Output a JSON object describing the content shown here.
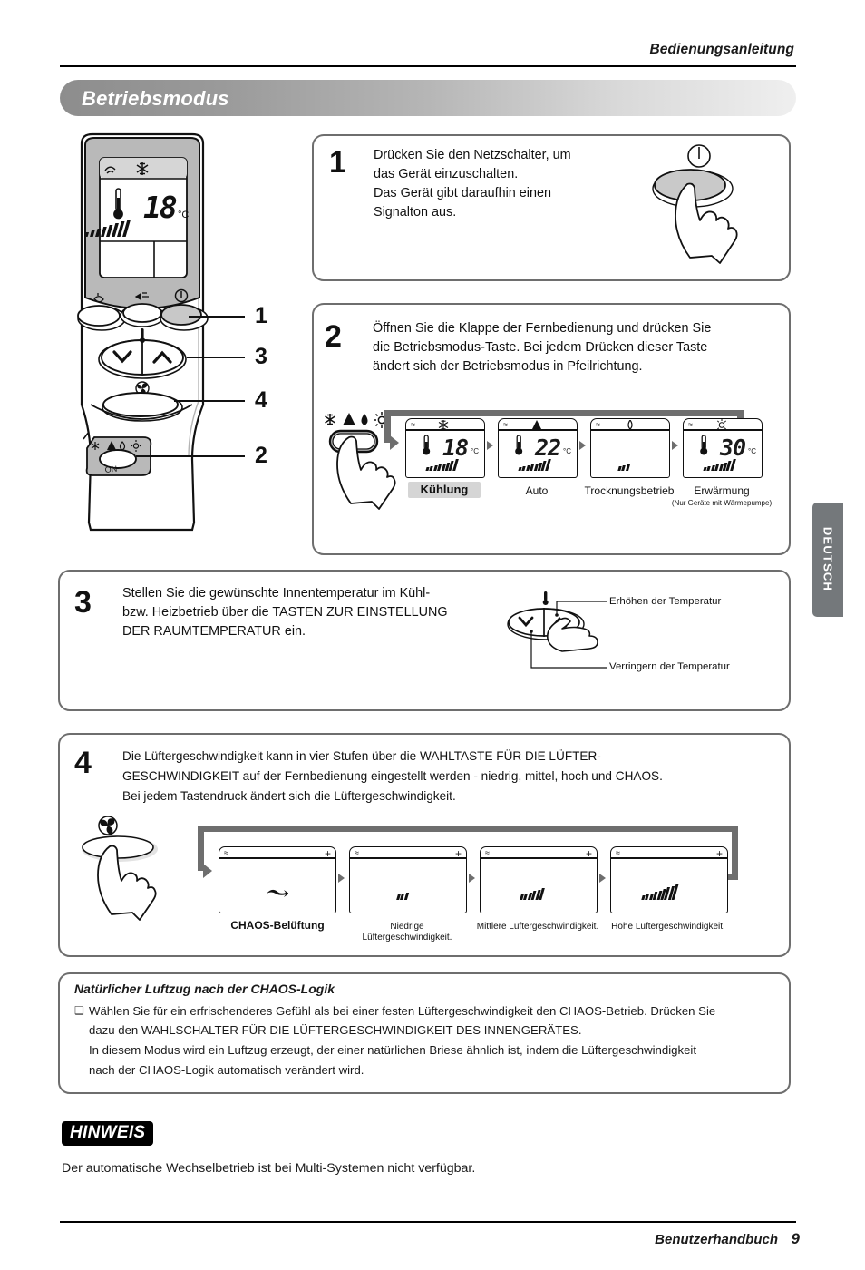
{
  "header": {
    "title": "Bedienungsanleitung",
    "banner": "Betriebsmodus"
  },
  "language_tab": "DEUTSCH",
  "remote": {
    "display": {
      "signal_icon": "signal-wave-icon",
      "mode_icon": "snowflake-icon",
      "thermometer_icon": "thermometer-icon",
      "temperature": "18",
      "unit": "°C"
    },
    "callouts": [
      "1",
      "3",
      "4",
      "2"
    ],
    "mode_button_icons": "snowflake-triangle-droplet-sun",
    "fan_button_icon": "fan-icon",
    "power_button_icon": "power-icon",
    "on_label": "ON"
  },
  "steps": [
    {
      "number": "1",
      "text": "Drücken Sie den Netzschalter, um das Gerät einzuschalten.\nDas Gerät gibt daraufhin einen Signalton aus.",
      "lines": [
        "Drücken Sie den Netzschalter, um",
        "das Gerät einzuschalten.",
        "Das Gerät gibt daraufhin einen",
        "Signalton aus."
      ]
    },
    {
      "number": "2",
      "lines": [
        "Öffnen Sie die Klappe der Fernbedienung und drücken Sie",
        "die Betriebsmodus-Taste. Bei jedem Drücken dieser Taste",
        "ändert sich der Betriebsmodus in Pfeilrichtung."
      ]
    },
    {
      "number": "3",
      "lines": [
        "Stellen Sie die gewünschte Innentemperatur im Kühl-",
        "bzw. Heizbetrieb über die TASTEN ZUR EINSTELLUNG",
        "DER RAUMTEMPERATUR ein."
      ]
    },
    {
      "number": "4",
      "lines": [
        "Die Lüftergeschwindigkeit kann in vier Stufen über die WAHLTASTE FÜR DIE LÜFTER-",
        "GESCHWINDIGKEIT auf der Fernbedienung eingestellt werden - niedrig, mittel, hoch und CHAOS.",
        "Bei jedem Tastendruck ändert sich die Lüftergeschwindigkeit."
      ]
    }
  ],
  "mode_flow": [
    {
      "label": "Kühlung",
      "sublabel": "",
      "temp": "18",
      "unit": "°C",
      "icon": "snowflake-icon",
      "bars": 8,
      "highlight": true
    },
    {
      "label": "Auto",
      "sublabel": "",
      "temp": "22",
      "unit": "°C",
      "icon": "auto-triangle-icon",
      "bars": 8,
      "highlight": false
    },
    {
      "label": "Trocknungsbetrieb",
      "sublabel": "",
      "temp": "",
      "unit": "",
      "icon": "droplet-icon",
      "bars": 3,
      "highlight": false
    },
    {
      "label": "Erwärmung",
      "sublabel": "(Nur Geräte mit Wärmepumpe)",
      "temp": "30",
      "unit": "°C",
      "icon": "sun-icon",
      "bars": 8,
      "highlight": false
    }
  ],
  "temp_labels": {
    "increase": "Erhöhen der Temperatur",
    "decrease": "Verringern der Temperatur"
  },
  "fan_flow": [
    {
      "label": "CHAOS-Belüftung",
      "icon": "chaos-swirl-icon",
      "bars": 0,
      "highlight": true
    },
    {
      "label": "Niedrige Lüftergeschwindigkeit.",
      "icon": "",
      "bars": 3,
      "highlight": false
    },
    {
      "label": "Mittlere Lüftergeschwindigkeit.",
      "icon": "",
      "bars": 6,
      "highlight": false
    },
    {
      "label": "Hohe Lüftergeschwindigkeit.",
      "icon": "",
      "bars": 9,
      "highlight": false
    }
  ],
  "chaos_note": {
    "title": "Natürlicher Luftzug nach der CHAOS-Logik",
    "bullet": "❑",
    "lines": [
      "Wählen Sie für ein erfrischenderes Gefühl als bei einer festen Lüftergeschwindigkeit den CHAOS-Betrieb. Drücken Sie",
      "dazu den WAHLSCHALTER FÜR DIE LÜFTERGESCHWINDIGKEIT DES INNENGERÄTES.",
      "In diesem Modus wird ein Luftzug erzeugt, der einer natürlichen Briese ähnlich ist, indem die Lüftergeschwindigkeit",
      "nach der CHAOS-Logik automatisch verändert wird."
    ]
  },
  "hinweis": {
    "badge": "HINWEIS",
    "text": "Der automatische Wechselbetrieb ist bei Multi-Systemen nicht verfügbar."
  },
  "footer": {
    "label": "Benutzerhandbuch",
    "page": "9"
  },
  "colors": {
    "banner_start": "#8d8d8d",
    "banner_end": "#efefef",
    "box_border": "#6e6e6e",
    "flow_arrow": "#6e6e6e",
    "highlight_bg": "#d5d5d5",
    "lang_tab": "#74787b"
  }
}
